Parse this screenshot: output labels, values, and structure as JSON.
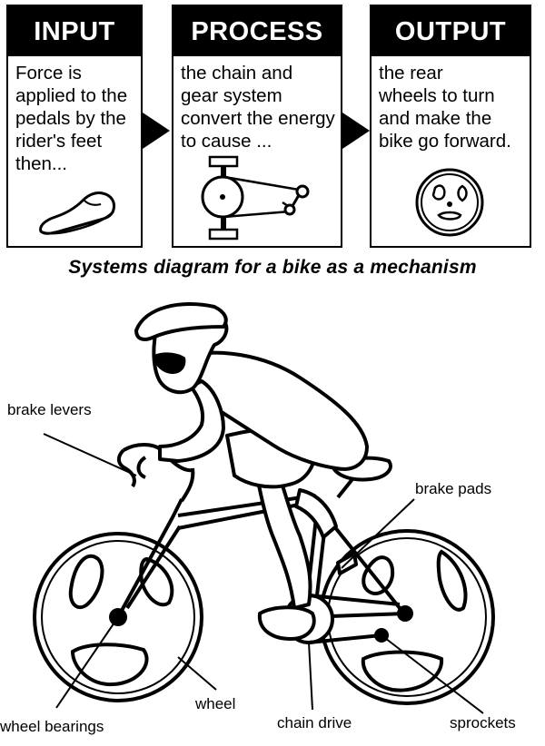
{
  "flow": {
    "input": {
      "heading": "INPUT",
      "text": "Force is\napplied to the\npedals by the\nrider's feet\nthen...",
      "icon": "shoe-icon"
    },
    "process": {
      "heading": "PROCESS",
      "text": "the chain and\ngear system\nconvert the energy\nto cause ...",
      "icon": "pedal-chain-icon"
    },
    "output": {
      "heading": "OUTPUT",
      "text": "the rear\nwheels to turn\nand make the\nbike go forward.",
      "icon": "wheel-icon"
    }
  },
  "subtitle": "Systems diagram for a bike as a mechanism",
  "labels": {
    "brake_levers": "brake levers",
    "brake_pads": "brake pads",
    "wheel": "wheel",
    "wheel_bearings": "wheel bearings",
    "chain_drive": "chain drive",
    "sprockets": "sprockets"
  }
}
